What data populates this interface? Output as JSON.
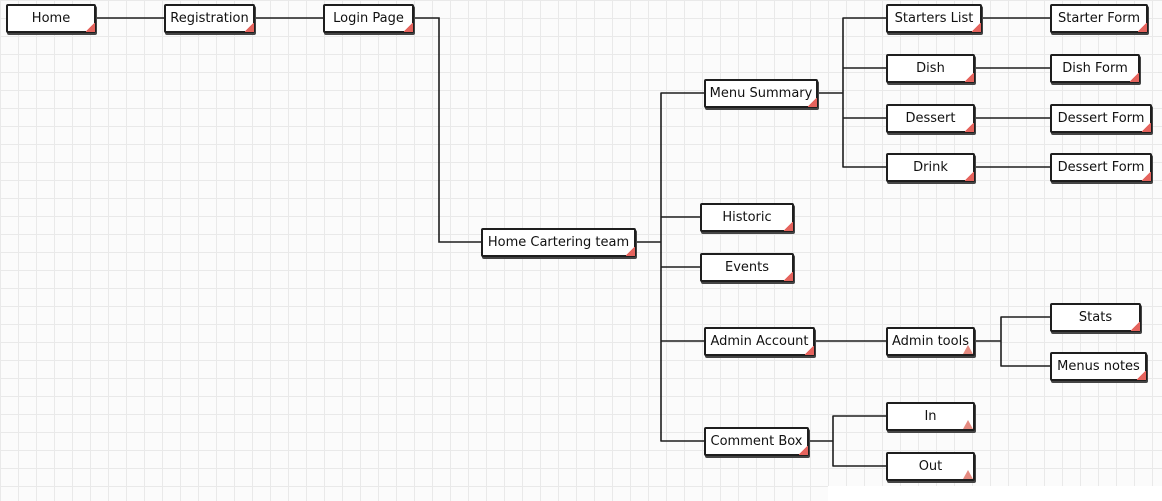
{
  "canvas": {
    "background": "#fbfbfb",
    "grid_color": "#e9e9e9",
    "line_color": "#1e1e1e",
    "marker_color": "#e5635d"
  },
  "nodes": {
    "home": {
      "label": "Home",
      "marker": "link-arrow"
    },
    "registration": {
      "label": "Registration",
      "marker": "link-arrow"
    },
    "login_page": {
      "label": "Login Page",
      "marker": "link-arrow"
    },
    "home_catering_team": {
      "label": "Home Cartering team",
      "marker": "link-arrow"
    },
    "menu_summary": {
      "label": "Menu Summary",
      "marker": "link-arrow"
    },
    "historic": {
      "label": "Historic",
      "marker": "link-arrow"
    },
    "events": {
      "label": "Events",
      "marker": "link-arrow"
    },
    "admin_account": {
      "label": "Admin Account",
      "marker": "link-arrow"
    },
    "comment_box": {
      "label": "Comment Box",
      "marker": "link-arrow"
    },
    "starters_list": {
      "label": "Starters List",
      "marker": "link-arrow"
    },
    "dish": {
      "label": "Dish",
      "marker": "link-arrow"
    },
    "dessert": {
      "label": "Dessert",
      "marker": "link-arrow"
    },
    "drink": {
      "label": "Drink",
      "marker": "link-arrow"
    },
    "starter_form": {
      "label": "Starter Form",
      "marker": "link-arrow"
    },
    "dish_form": {
      "label": "Dish Form",
      "marker": "link-arrow"
    },
    "dessert_form": {
      "label": "Dessert Form",
      "marker": "link-arrow"
    },
    "drink_form": {
      "label": "Dessert Form",
      "marker": "link-arrow"
    },
    "admin_tools": {
      "label": "Admin tools",
      "marker": "warning-triangle"
    },
    "stats": {
      "label": "Stats",
      "marker": "link-arrow"
    },
    "menus_notes": {
      "label": "Menus notes",
      "marker": "link-arrow"
    },
    "comment_in": {
      "label": "In",
      "marker": "warning-triangle"
    },
    "comment_out": {
      "label": "Out",
      "marker": "warning-triangle"
    }
  }
}
